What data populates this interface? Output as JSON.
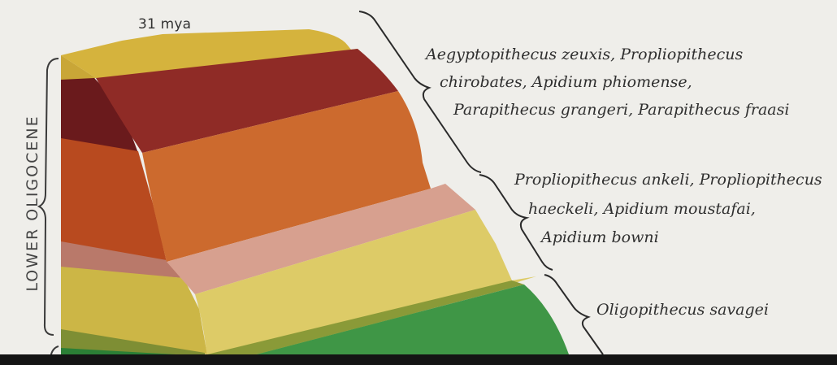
{
  "time_label": "31 mya",
  "epoch_label": "LOWER OLIGOCENE",
  "groups": [
    {
      "lines": [
        "Aegyptopithecus zeuxis, Propliopithecus",
        "chirobates, Apidium phiomense,",
        "Parapithecus grangeri, Parapithecus fraasi"
      ]
    },
    {
      "lines": [
        "Propliopithecus ankeli, Propliopithecus",
        "haeckeli, Apidium moustafai,",
        "Apidium bowni"
      ]
    },
    {
      "lines": [
        "Oligopithecus savagei"
      ]
    }
  ],
  "colors": {
    "background": "#efeeea",
    "top_yellow": "#d5b33d",
    "dark_red": "#6a1a1c",
    "red": "#8f2b26",
    "dark_orange": "#b84a1f",
    "orange": "#cc6a2e",
    "pink": "#c98b7c",
    "pink_light": "#d7a08f",
    "yellow": "#d6c04e",
    "yellow_light": "#ddcb67",
    "green_olive": "#8a9a38",
    "green": "#2f8a3b",
    "green_light": "#3f9646",
    "line": "#2b2b2b"
  }
}
